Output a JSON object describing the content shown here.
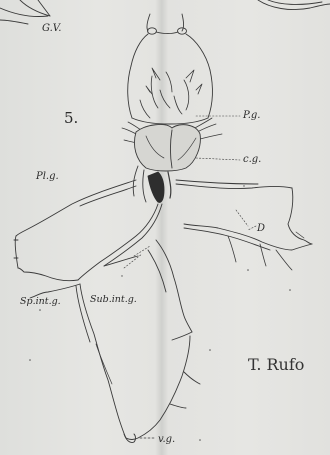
{
  "figure": {
    "number": "5.",
    "credit": "T. Rufo"
  },
  "labels": {
    "gv": "G.V.",
    "pg": "P.g.",
    "cg": "c.g.",
    "plg": "Pl.g.",
    "d": "D",
    "spint": "Sp.int.g.",
    "subint": "Sub.int.g.",
    "vg": "v.g."
  }
}
